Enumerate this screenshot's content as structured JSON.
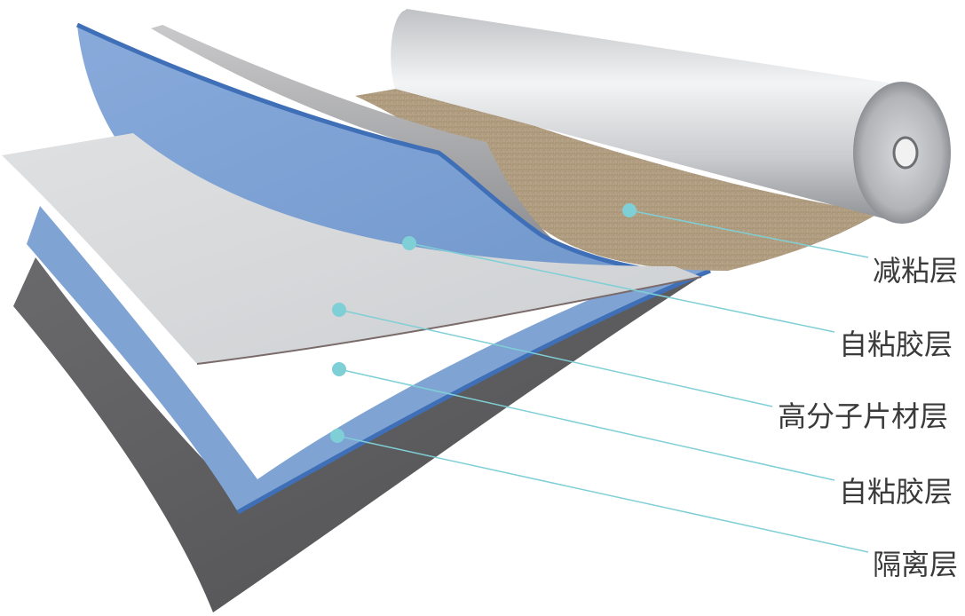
{
  "labels": [
    {
      "id": "reduced-adhesion",
      "text": "减粘层"
    },
    {
      "id": "adhesive-upper",
      "text": "自粘胶层"
    },
    {
      "id": "polymer-sheet",
      "text": "高分子片材层"
    },
    {
      "id": "adhesive-lower",
      "text": "自粘胶层"
    },
    {
      "id": "isolation",
      "text": "隔离层"
    }
  ],
  "colors": {
    "leader_line": "#7fcfd6",
    "marker": "#7fcfd6",
    "isolation_layer": "#5e5e60",
    "adhesive_layer": "#7fa3d2",
    "adhesive_edge": "#3f6fb7",
    "polymer_sheet": "#d6d8da",
    "reduced_adhesion_layer": "#b09c80",
    "roll_metal": "#cfd1d4"
  }
}
